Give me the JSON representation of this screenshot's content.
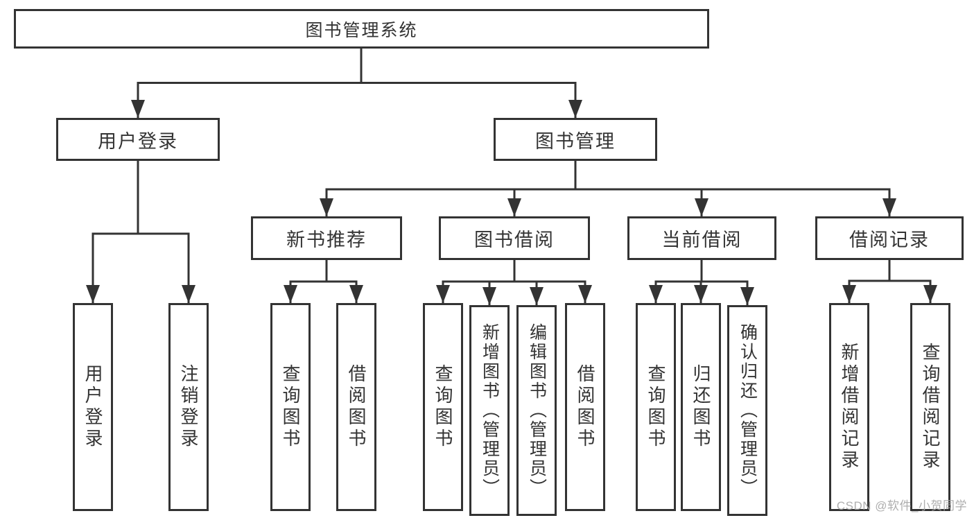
{
  "diagram": {
    "root": {
      "label": "图书管理系统"
    },
    "level2": [
      {
        "label": "用户登录",
        "children": [
          {
            "label": "用户登录"
          },
          {
            "label": "注销登录"
          }
        ]
      },
      {
        "label": "图书管理",
        "children": [
          {
            "label": "新书推荐",
            "children": [
              {
                "label": "查询图书"
              },
              {
                "label": "借阅图书"
              }
            ]
          },
          {
            "label": "图书借阅",
            "children": [
              {
                "label": "查询图书"
              },
              {
                "label": "新增图书（管理员）"
              },
              {
                "label": "编辑图书（管理员）"
              },
              {
                "label": "借阅图书"
              }
            ]
          },
          {
            "label": "当前借阅",
            "children": [
              {
                "label": "查询图书"
              },
              {
                "label": "归还图书"
              },
              {
                "label": "确认归还（管理员）"
              }
            ]
          },
          {
            "label": "借阅记录",
            "children": [
              {
                "label": "新增借阅记录"
              },
              {
                "label": "查询借阅记录"
              }
            ]
          }
        ]
      }
    ]
  },
  "watermark": {
    "text": "CSDN @软件_小贺同学"
  },
  "colors": {
    "line": "#333333",
    "text": "#333333",
    "box_background": "#ffffff",
    "watermark": "#a5a5a5"
  }
}
